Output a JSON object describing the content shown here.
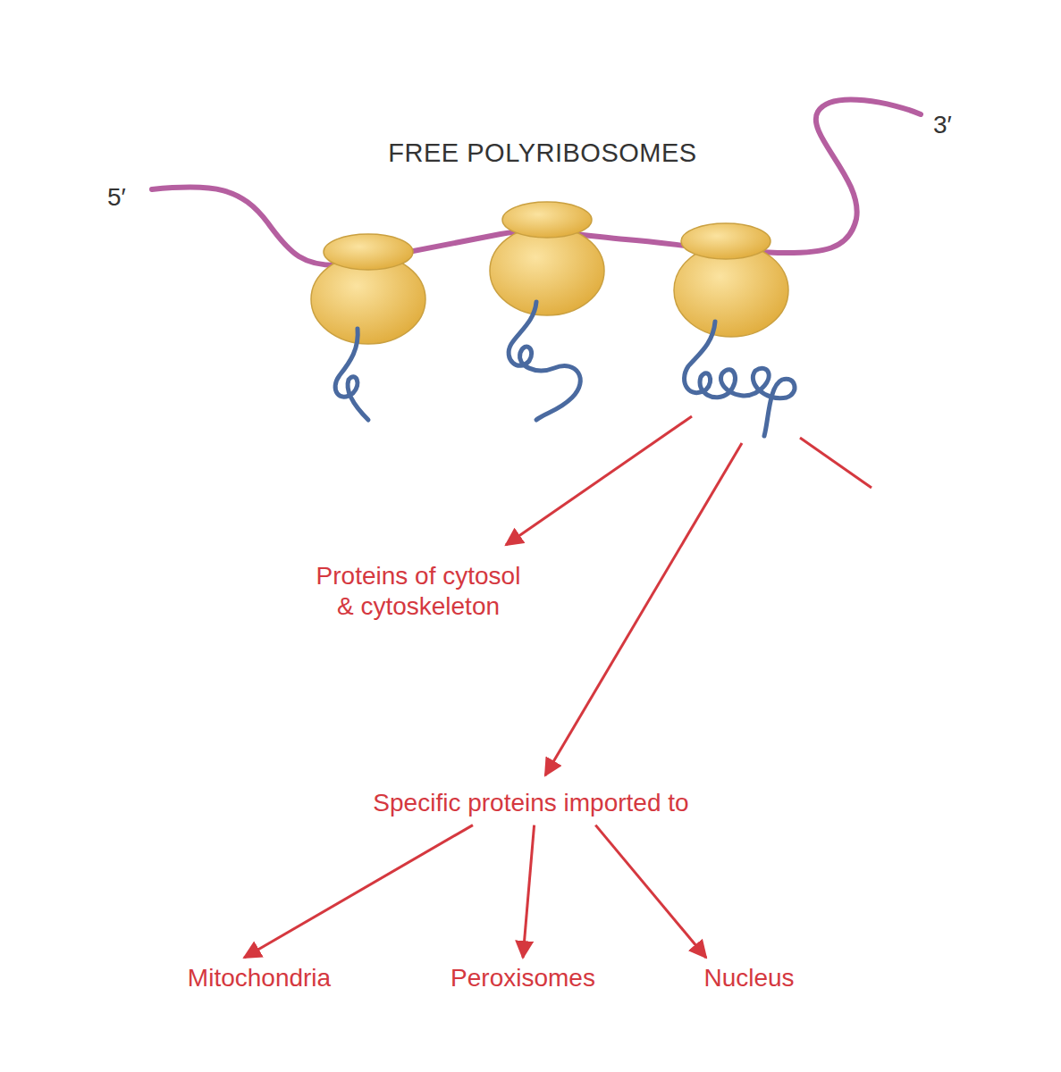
{
  "diagram": {
    "title": "FREE POLYRIBOSOMES",
    "nodes": [
      {
        "text": [
          "Proteins of cytosol & cytoskeleton"
        ]
      },
      {
        "text": [
          "Specific proteins imported to"
        ]
      },
      {
        "text": [
          "Mitochondria"
        ]
      },
      {
        "text": [
          "Peroxisomes"
        ]
      },
      {
        "text": [
          "Nucleus"
        ]
      }
    ],
    "edges": [
      {
        "from": 1,
        "to": 2,
        "arrow": "to"
      },
      {
        "from": 1,
        "to": 3,
        "arrow": "to"
      },
      {
        "from": 1,
        "to": 4,
        "arrow": "to"
      }
    ],
    "labels": [
      "5′",
      "3′"
    ]
  }
}
